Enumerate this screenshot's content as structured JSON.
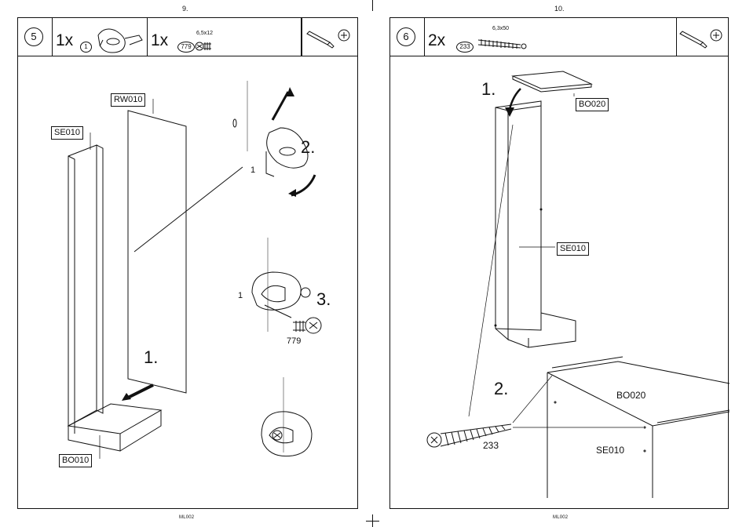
{
  "left_page": {
    "page_number": "9.",
    "footer": "ML002",
    "step": {
      "number": "5",
      "parts": [
        {
          "quantity": "1x",
          "part_id": "1",
          "spec": ""
        },
        {
          "quantity": "1x",
          "part_id": "779",
          "spec": "6,5x12"
        }
      ],
      "tools": [
        "screwdriver-icon",
        "phillips-head-icon"
      ]
    },
    "labels": {
      "rw010": "RW010",
      "se010": "SE010",
      "bo010": "BO010"
    },
    "callouts": {
      "step1": "1.",
      "step2": "2.",
      "step3": "3.",
      "part1_a": "1",
      "part1_b": "1",
      "part779": "779"
    }
  },
  "right_page": {
    "page_number": "10.",
    "footer": "ML002",
    "step": {
      "number": "6",
      "parts": [
        {
          "quantity": "2x",
          "part_id": "233",
          "spec": "6,3x50"
        }
      ],
      "tools": [
        "screwdriver-icon",
        "phillips-head-icon"
      ]
    },
    "labels": {
      "bo020_top": "BO020",
      "se010": "SE010",
      "bo020_detail": "BO020",
      "se010_detail": "SE010"
    },
    "callouts": {
      "step1": "1.",
      "step2": "2.",
      "part233": "233"
    }
  }
}
